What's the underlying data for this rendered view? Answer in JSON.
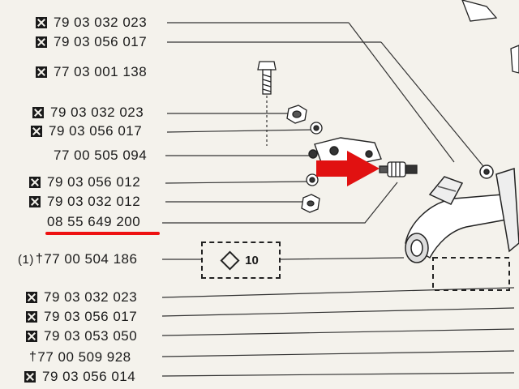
{
  "parts_list": [
    {
      "number": "79 03 032 023",
      "marker": "cross-box"
    },
    {
      "number": "79 03 056 017",
      "marker": "cross-box"
    },
    {
      "number": "77 03 001 138",
      "marker": "cross-box"
    },
    {
      "number": "79 03 032 023",
      "marker": "cross-box"
    },
    {
      "number": "79 03 056 017",
      "marker": "cross-box"
    },
    {
      "number": "77 00 505 094",
      "marker": "none"
    },
    {
      "number": "79 03 056 012",
      "marker": "cross-box"
    },
    {
      "number": "79 03 032 012",
      "marker": "cross-box"
    },
    {
      "number": "08 55 649 200",
      "marker": "none",
      "highlighted": true
    },
    {
      "number": "77 00 504 186",
      "marker": "dagger",
      "ref": "(1)"
    },
    {
      "number": "79 03 032 023",
      "marker": "cross-box"
    },
    {
      "number": "79 03 056 017",
      "marker": "cross-box"
    },
    {
      "number": "79 03 053 050",
      "marker": "cross-box"
    },
    {
      "number": "77 00 509 928",
      "marker": "dagger"
    },
    {
      "number": "79 03 056 014",
      "marker": "cross-box"
    }
  ],
  "callout_box": {
    "label": "10",
    "symbol": "diamond"
  },
  "colors": {
    "highlight": "#e11111",
    "ink": "#1a1a1a",
    "paper": "#f4f2ec"
  },
  "icons": [
    "cross-box-icon",
    "dagger-icon",
    "diamond-icon",
    "red-arrow-icon"
  ]
}
